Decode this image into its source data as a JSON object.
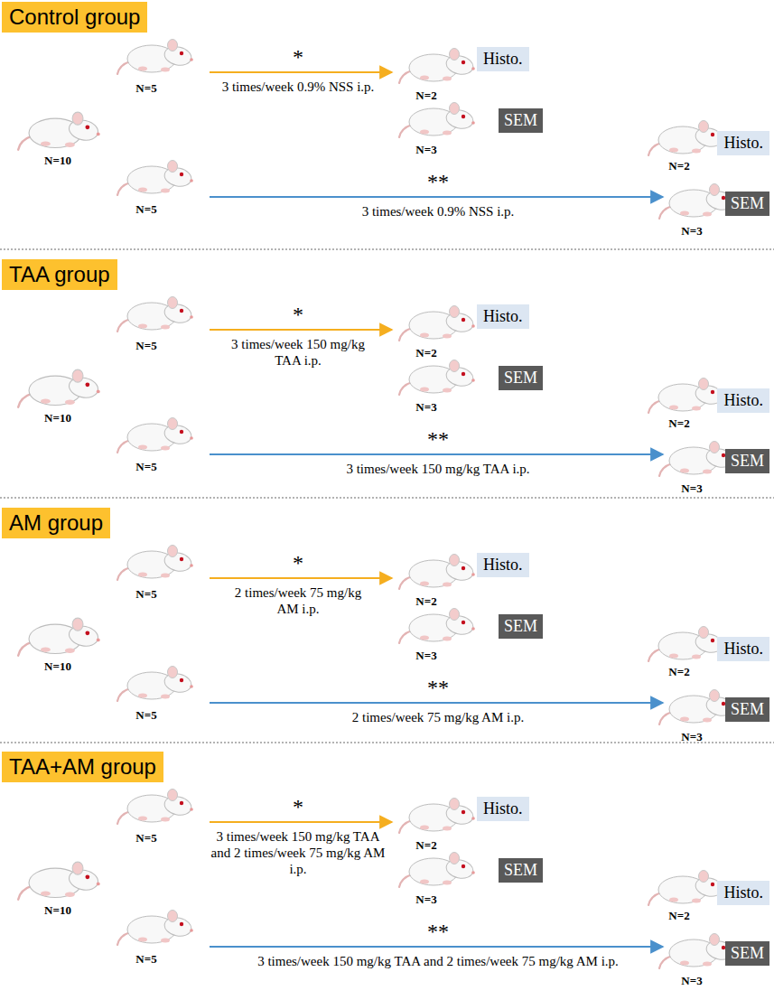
{
  "diagram": {
    "nodes": [
      {
        "text": [
          "Control group"
        ]
      },
      {
        "text": [
          "Histo."
        ]
      },
      {
        "text": [
          "SEM"
        ]
      },
      {
        "text": [
          "Histo."
        ]
      },
      {
        "text": [
          "SEM"
        ]
      },
      {
        "text": [
          "TAA group"
        ]
      },
      {
        "text": [
          "Histo."
        ]
      },
      {
        "text": [
          "SEM"
        ]
      },
      {
        "text": [
          "Histo."
        ]
      },
      {
        "text": [
          "SEM"
        ]
      },
      {
        "text": [
          "AM group"
        ]
      },
      {
        "text": [
          "Histo."
        ]
      },
      {
        "text": [
          "SEM"
        ]
      },
      {
        "text": [
          "Histo."
        ]
      },
      {
        "text": [
          "SEM"
        ]
      },
      {
        "text": [
          "TAA+AM group"
        ]
      },
      {
        "text": [
          "Histo."
        ]
      },
      {
        "text": [
          "SEM"
        ]
      },
      {
        "text": [
          "Histo."
        ]
      },
      {
        "text": [
          "SEM"
        ]
      }
    ],
    "labels": [
      "N=10",
      "N=5",
      "*",
      "3 times/week 0.9% NSS i.p.",
      "N=2",
      "N=3",
      "N=5",
      "**",
      "3 times/week 0.9% NSS i.p.",
      "N=2",
      "N=3",
      "N=10",
      "N=5",
      "*",
      "3 times/week 150 mg/kg TAA i.p.",
      "N=2",
      "N=3",
      "N=5",
      "**",
      "3 times/week 150 mg/kg TAA i.p.",
      "N=2",
      "N=3",
      "N=10",
      "N=5",
      "*",
      "2 times/week 75 mg/kg AM i.p.",
      "N=2",
      "N=3",
      "N=5",
      "**",
      "2 times/week 75 mg/kg AM i.p.",
      "N=2",
      "N=3",
      "N=10",
      "N=5",
      "*",
      "3 times/week 150 mg/kg TAA and 2 times/week 75 mg/kg AM i.p.",
      "N=2",
      "N=3",
      "N=5",
      "**",
      "3 times/week 150 mg/kg TAA and 2 times/week 75 mg/kg AM i.p.",
      "N=2",
      "N=3"
    ]
  }
}
